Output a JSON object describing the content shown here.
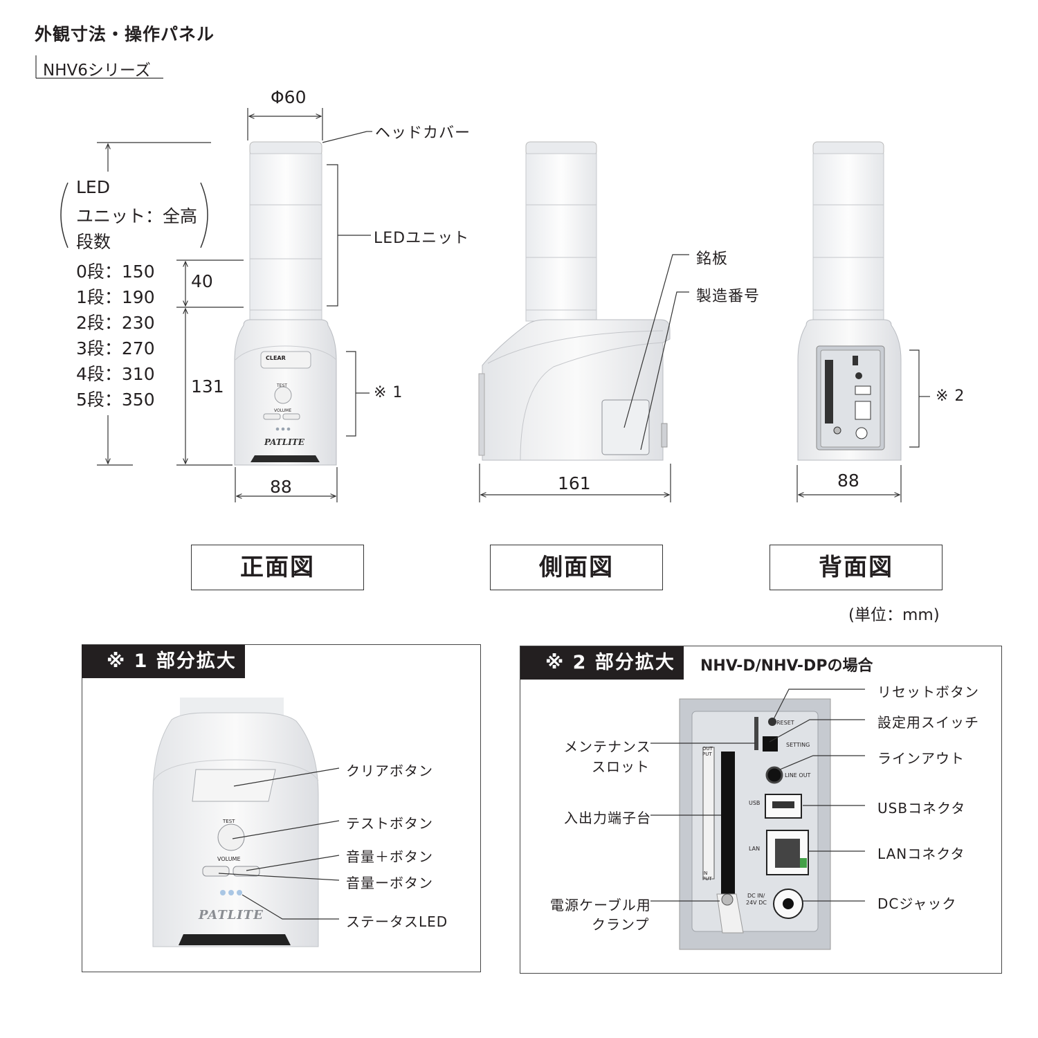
{
  "header": {
    "title": "外観寸法・操作パネル",
    "series": "NHV6シリーズ"
  },
  "front_view": {
    "caption": "正面図",
    "diameter": "Φ60",
    "head_cover": "ヘッドカバー",
    "led_unit": "LEDユニット",
    "unit_height": "40",
    "base_height": "131",
    "width": "88",
    "note": "※ 1",
    "clear_label": "CLEAR",
    "test_label": "TEST",
    "volume_label": "VOLUME",
    "brand": "PATLITE"
  },
  "height_table": {
    "header": [
      "LED",
      "ユニット：全高",
      "段数"
    ],
    "rows": [
      "0段：150",
      "1段：190",
      "2段：230",
      "3段：270",
      "4段：310",
      "5段：350"
    ]
  },
  "side_view": {
    "caption": "側面図",
    "nameplate": "銘板",
    "serial": "製造番号",
    "width": "161"
  },
  "back_view": {
    "caption": "背面図",
    "note": "※ 2",
    "width": "88"
  },
  "unit_note": "(単位：mm)",
  "detail1": {
    "heading": "※ 1 部分拡大",
    "labels": [
      "クリアボタン",
      "テストボタン",
      "音量＋ボタン",
      "音量ーボタン",
      "ステータスLED"
    ],
    "test_label": "TEST",
    "volume_label": "VOLUME",
    "brand": "PATLITE"
  },
  "detail2": {
    "heading": "※ 2 部分拡大",
    "subtitle": "NHV-D/NHV-DPの場合",
    "right_labels": [
      "リセットボタン",
      "設定用スイッチ",
      "ラインアウト",
      "USBコネクタ",
      "LANコネクタ",
      "DCジャック"
    ],
    "left_labels": {
      "maintenance_1": "メンテナンス",
      "maintenance_2": "スロット",
      "terminal": "入出力端子台",
      "clamp_1": "電源ケーブル用",
      "clamp_2": "クランプ"
    },
    "panel_text": {
      "reset": "RESET",
      "setting": "SETTING",
      "line_out": "LINE OUT",
      "usb": "USB",
      "lan": "LAN",
      "dc_1": "DC IN/",
      "dc_2": "24V DC",
      "output": "OUT PUT",
      "input": "IN PUT"
    }
  }
}
